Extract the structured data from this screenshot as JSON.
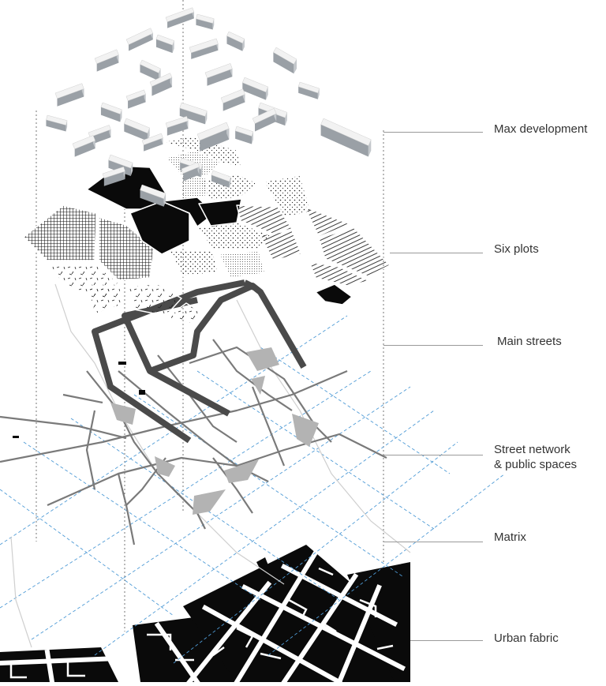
{
  "layers": [
    {
      "id": "max-development",
      "label": "Max development"
    },
    {
      "id": "six-plots",
      "label": "Six plots"
    },
    {
      "id": "main-streets",
      "label": "Main streets"
    },
    {
      "id": "street-network",
      "label": "Street network\n& public spaces"
    },
    {
      "id": "matrix",
      "label": "Matrix"
    },
    {
      "id": "urban-fabric",
      "label": "Urban fabric"
    }
  ],
  "colors": {
    "ink": "#0a0a0a",
    "street_dark": "#4a4a4a",
    "street_mid": "#7a7a7a",
    "public_space": "#b3b3b3",
    "matrix_blue": "#4f9bd6",
    "leader": "#9a9a9a",
    "block_top": "#f2f2f2",
    "block_side": "#9aa0a6"
  }
}
